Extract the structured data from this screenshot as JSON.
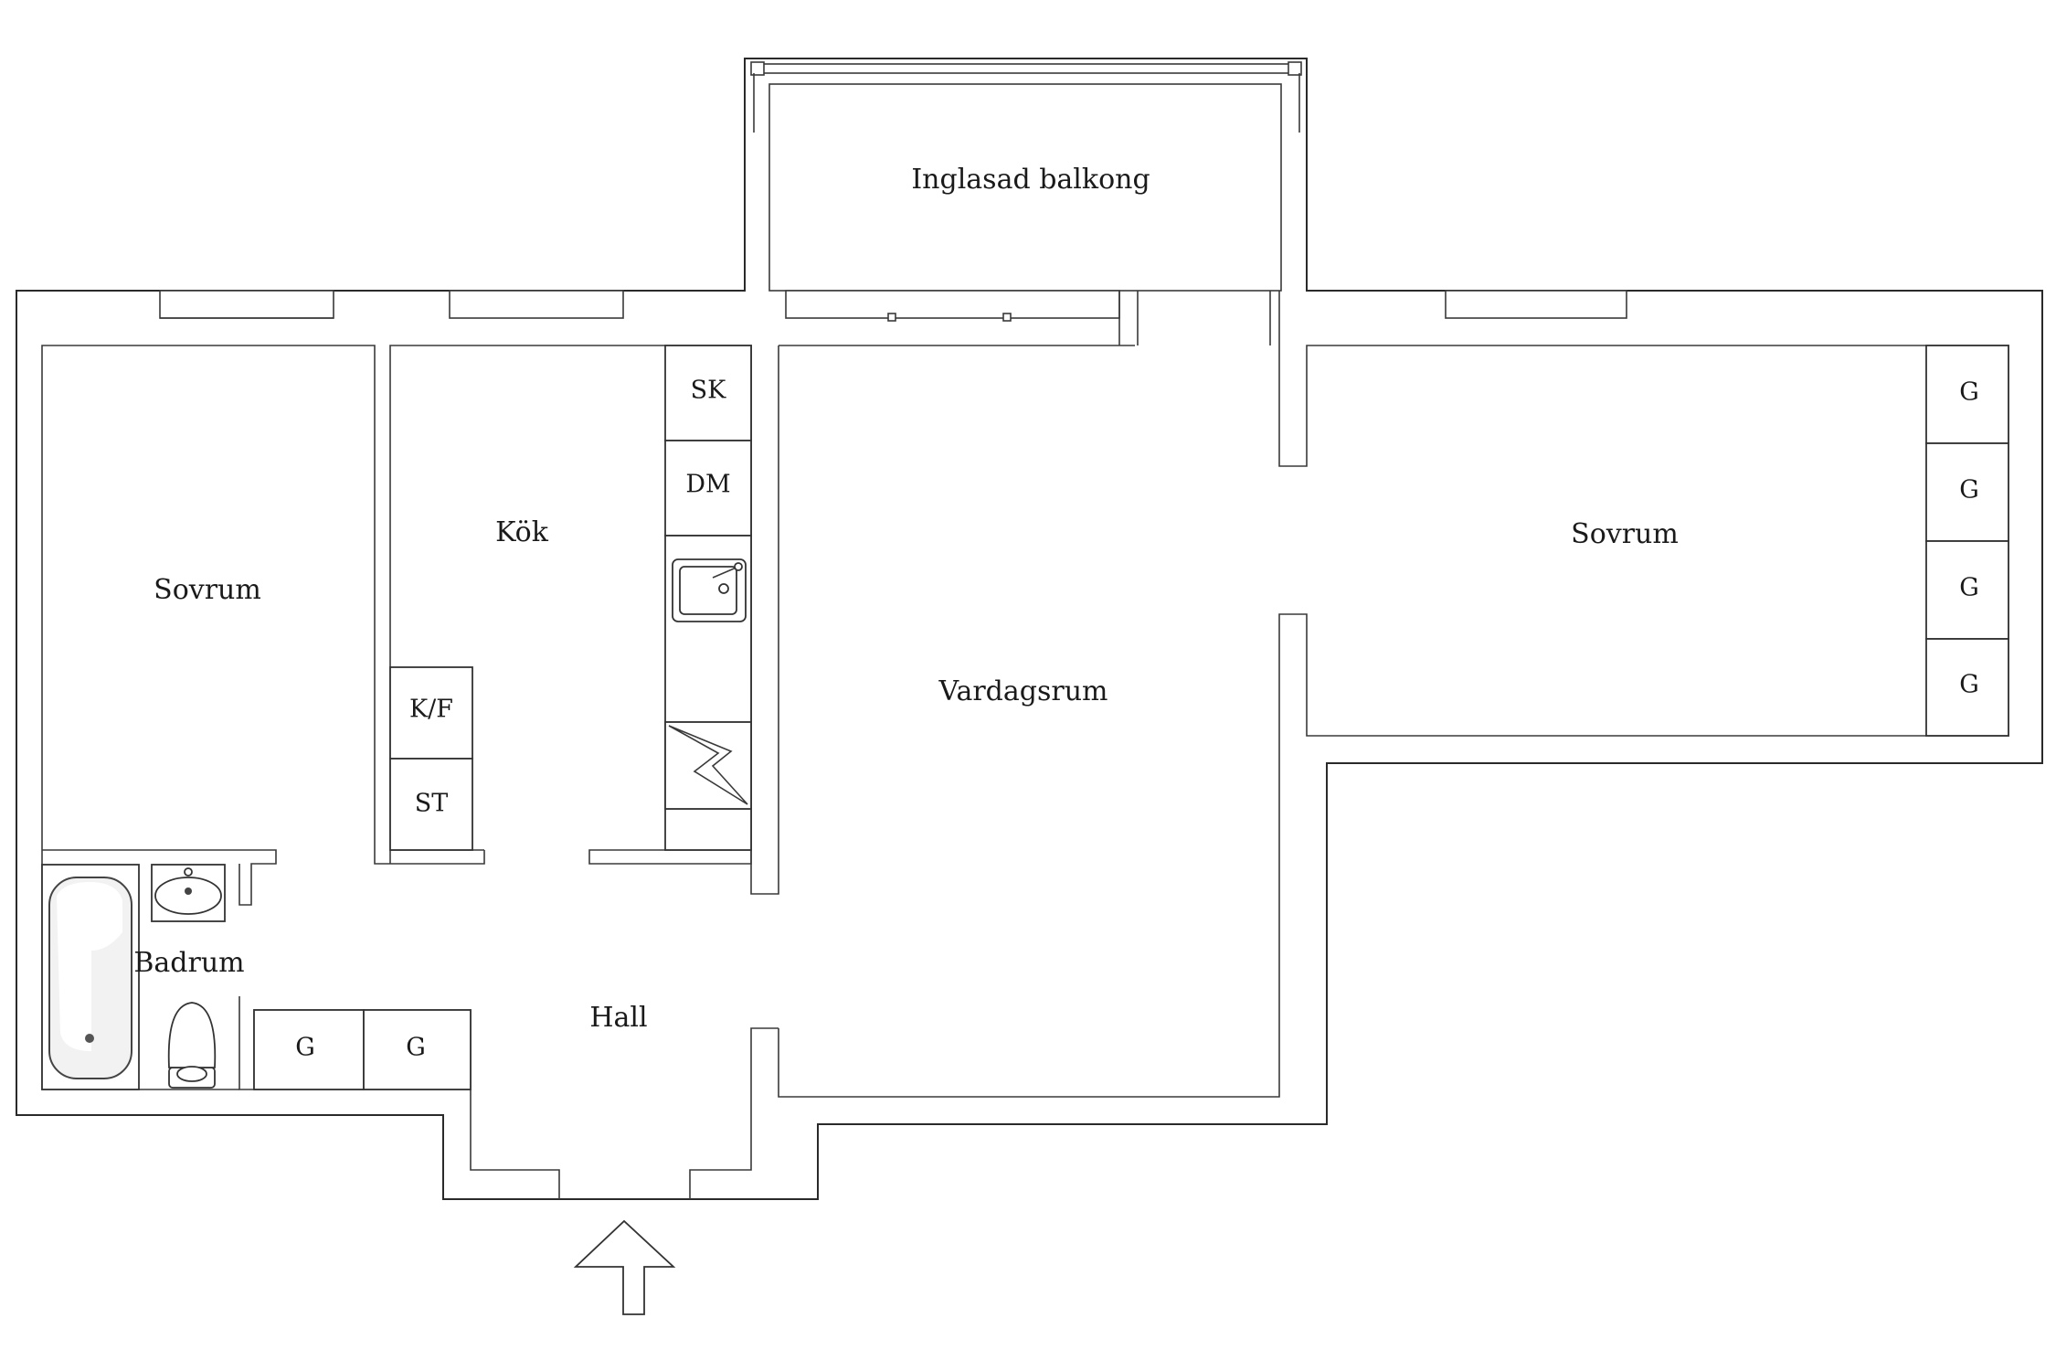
{
  "rooms": {
    "balcony": "Inglasad balkong",
    "bedroom_left": "Sovrum",
    "kitchen": "Kök",
    "living_room": "Vardagsrum",
    "bedroom_right": "Sovrum",
    "bathroom": "Badrum",
    "hall": "Hall"
  },
  "fixtures": {
    "sk": "SK",
    "dm": "DM",
    "kf": "K/F",
    "st": "ST",
    "wardrobe": "G"
  },
  "entrance_icon": "entrance-arrow-icon"
}
